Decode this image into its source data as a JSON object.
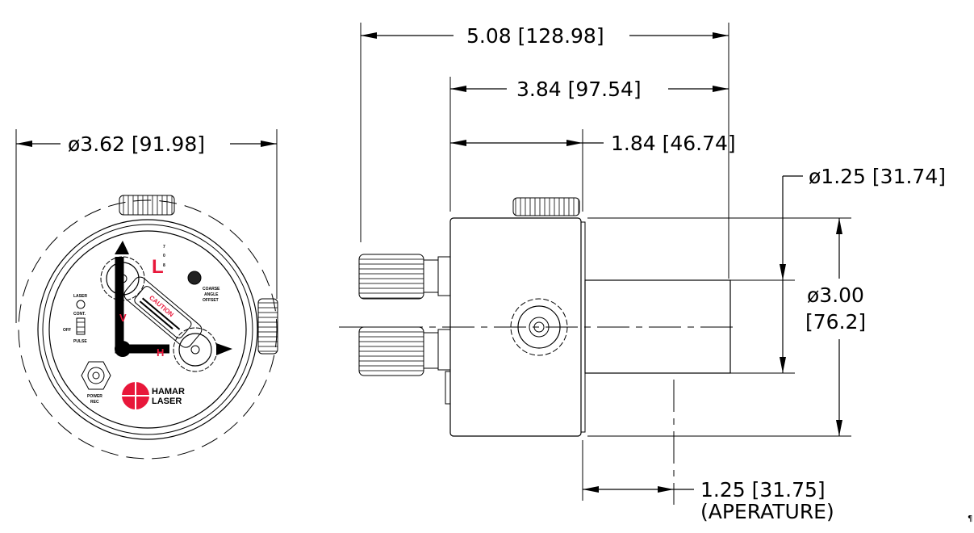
{
  "end_view": {
    "diameter_label": "ø3.62  [91.98]",
    "face_labels": {
      "model_letter": "L",
      "model_digits": [
        "7",
        "0",
        "8"
      ],
      "caution": "CAUTION",
      "laser": "LASER",
      "cont": "CONT.",
      "off": "OFF",
      "pulse": "PULSE",
      "offset": [
        "COARSE",
        "ANGLE",
        "OFFSET"
      ],
      "v_axis": "V",
      "h_axis": "H",
      "connector": [
        "POWER",
        "REC"
      ]
    },
    "logo_text": [
      "HAMAR",
      "LASER"
    ],
    "brand_color": "#e8173a"
  },
  "side_view": {
    "overall_length": "5.08  [128.98]",
    "body_to_end": "3.84  [97.54]",
    "body_length": "1.84  [46.74]",
    "aperture_diameter": "ø1.25  [31.74]",
    "body_diameter_1": "ø3.00",
    "body_diameter_2": "[76.2]",
    "aperture_offset": "1.25  [31.75]",
    "aperture_note": "(APERATURE)"
  },
  "page_mark": "¶"
}
